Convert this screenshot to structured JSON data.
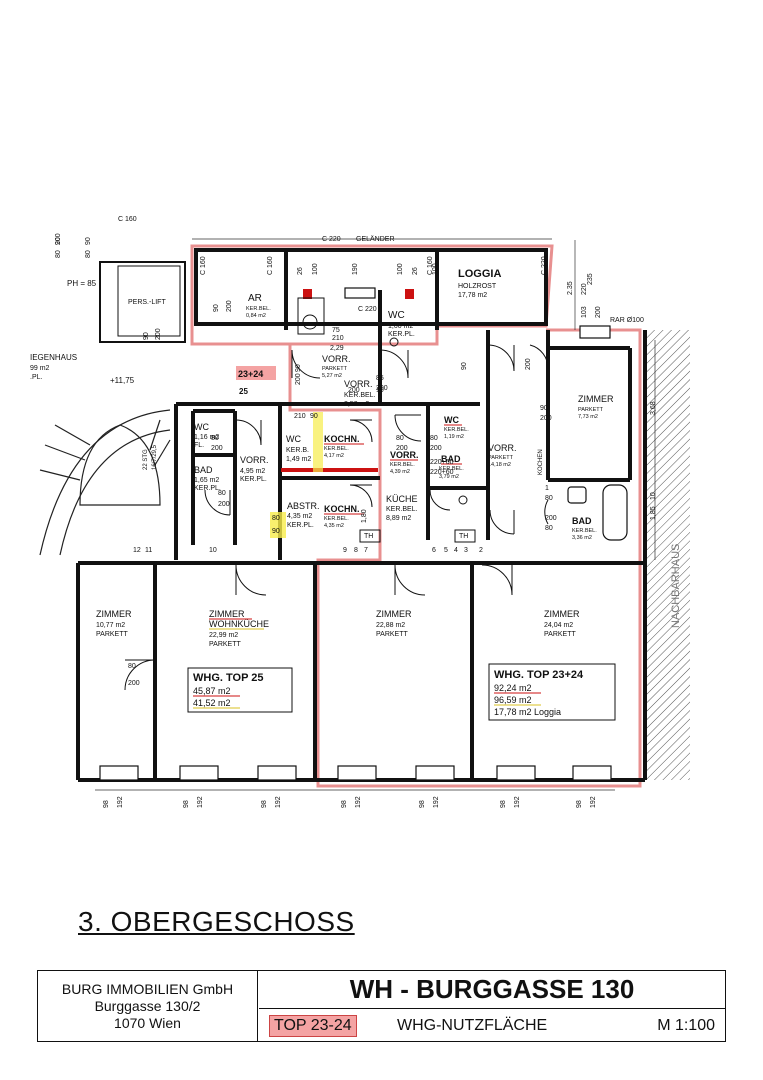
{
  "floor_title": "3. OBERGESCHOSS",
  "title_block": {
    "company": "BURG IMMOBILIEN GmbH",
    "address_line": "Burggasse 130/2",
    "city_line": "1070 Wien",
    "project": "WH - BURGGASSE 130",
    "unit": "TOP 23-24",
    "type": "WHG-NUTZFLÄCHE",
    "scale": "M 1:100"
  },
  "colors": {
    "outline": "#e89090",
    "wall": "#111111",
    "highlight": "#f4a3a3",
    "yellow": "#f7ec4a",
    "red": "#cc1111"
  },
  "labels": {
    "c160_top": "C 160",
    "c220_railing": "C 220",
    "gelaender": "GELÄNDER",
    "c220_mid": "C 220",
    "loggia": "LOGGIA",
    "holzrost": "HOLZROST",
    "loggia_area": "17,78 m2",
    "ar": "AR",
    "ar_floor": "KER.BEL.",
    "ar_area": "0,84 m2",
    "pers_lift": "PERS.-LIFT",
    "ph": "PH = 85",
    "stiegenhaus": "IEGENHAUS",
    "stiegenhaus_area": "99 m2",
    "stiegenhaus_floor": ".PL.",
    "level": "+11,75",
    "wc_top": "WC",
    "wc_top_area": "1,00 m2",
    "wc_top_floor": "KER.PL.",
    "vorr_1": "VORR.",
    "vorr_1_floor": "PARKETT",
    "vorr_1_area": "5,27 m2",
    "vorr_2": "VORR.",
    "vorr_2_floor": "KER.BEL.",
    "vorr_2_area": "2,52 m2",
    "unit_23_24": "23+24",
    "unit_25": "25",
    "wc_left": "WC",
    "wc_left_area": "1,16 m2",
    "wc_left_floor": "FL.",
    "bad_left": "BAD",
    "bad_left_area": "1,65 m2",
    "bad_left_floor": "KER.PL.",
    "vorr_left": "VORR.",
    "vorr_left_area": "4,95 m2",
    "vorr_left_floor": "KER.PL.",
    "wc_mid": "WC",
    "wc_mid_floor": "KER.B.",
    "wc_mid_area": "1,49 m2",
    "kochn_1": "KOCHN.",
    "kochn_1_floor": "KER.BEL.",
    "kochn_1_area": "4,17 m2",
    "kochn_2": "KOCHN.",
    "kochn_2_floor": "KER.BEL.",
    "kochn_2_area": "4,35 m2",
    "abstr": "ABSTR.",
    "abstr_area": "4,35 m2",
    "abstr_floor": "KER.PL.",
    "vorr_3": "VORR.",
    "vorr_3_floor": "KER.BEL.",
    "vorr_3_area": "4,39 m2",
    "wc_right": "WC",
    "wc_right_floor": "KER.BEL.",
    "wc_right_area": "1,19 m2",
    "bad_mid": "BAD",
    "bad_mid_floor": "KER.BEL.",
    "bad_mid_area": "3,79 m2",
    "kueche": "KÜCHE",
    "kueche_floor": "KER.BEL.",
    "kueche_area": "8,89 m2",
    "vorr_big": "VORR.",
    "vorr_big_floor": "PARKETT",
    "vorr_big_area": "14,18 m2",
    "kochen": "KOCHEN",
    "zimmer_r": "ZIMMER",
    "zimmer_r_floor": "PARKETT",
    "zimmer_r_area": "7,73 m2",
    "bad_right": "BAD",
    "bad_right_floor": "KER.BEL.",
    "bad_right_area": "3,36 m2",
    "rar": "RAR Ø100",
    "nachbarhaus": "NACHBARHAUS",
    "zimmer_1": "ZIMMER",
    "zimmer_1_area": "10,77 m2",
    "zimmer_1_floor": "PARKETT",
    "zimmer_2": "ZIMMER",
    "zimmer_2b": "WOHNKÜCHE",
    "zimmer_2_area": "22,99 m2",
    "zimmer_2_floor": "PARKETT",
    "zimmer_3": "ZIMMER",
    "zimmer_3_area": "22,88 m2",
    "zimmer_3_floor": "PARKETT",
    "zimmer_4": "ZIMMER",
    "zimmer_4_area": "24,04 m2",
    "zimmer_4_floor": "PARKETT",
    "whg25_title": "WHG. TOP 25",
    "whg25_area1": "45,87 m2",
    "whg25_area2": "41,52 m2",
    "whg2324_title": "WHG. TOP 23+24",
    "whg2324_area1": "92,24 m2",
    "whg2324_area2": "96,59 m2",
    "whg2324_loggia": "17,78 m2 Loggia",
    "th1": "TH",
    "th2": "TH",
    "stg": "22 STG",
    "stg2": "16/7/29,5"
  },
  "dims": [
    "90",
    "80",
    "90",
    "80",
    "235",
    "C 160",
    "C 160",
    "26",
    "100",
    "190",
    "100",
    "26",
    "100",
    "C 160",
    "C 220",
    "2.35",
    "220",
    "103",
    "200",
    "90",
    "200",
    "75",
    "210",
    "2,29",
    "90",
    "200",
    "85",
    "200",
    "90",
    "200",
    "80",
    "200",
    "80",
    "200",
    "80",
    "200",
    "80",
    "200",
    "220+60",
    "220+60",
    "90",
    "200",
    "90",
    "200",
    "80",
    "90",
    "210",
    "90",
    "10",
    "200",
    "1,80",
    "3,68",
    "10",
    "1,85",
    "80",
    "200",
    "98",
    "192",
    "98",
    "192",
    "98",
    "192",
    "98",
    "192",
    "98",
    "192",
    "98",
    "192",
    "98",
    "192",
    "12",
    "11",
    "10",
    "9",
    "8",
    "7",
    "6",
    "5",
    "4",
    "3",
    "2",
    "1",
    "80",
    "200",
    "80",
    "200"
  ]
}
